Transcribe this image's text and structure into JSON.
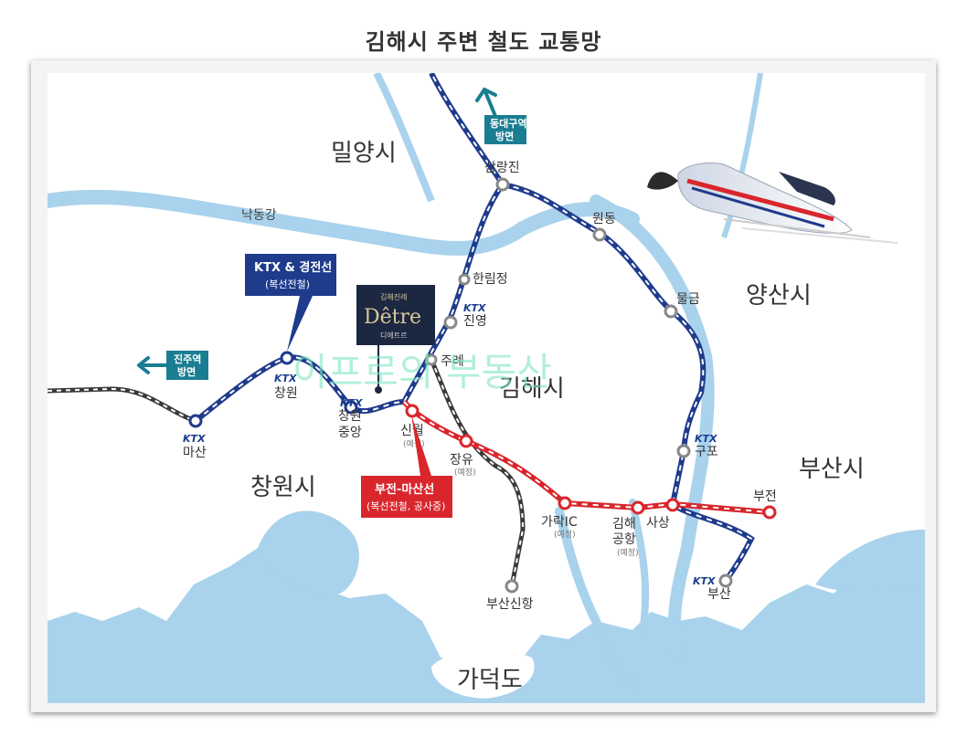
{
  "title": "김해시 주변 철도 교통망",
  "regions": {
    "miryang": "밀양시",
    "yangsan": "양산시",
    "gimhae": "김해시",
    "busan": "부산시",
    "changwon": "창원시",
    "gadeokdo": "가덕도"
  },
  "river_label": "낙동강",
  "directions": {
    "dongdaegu": [
      "동대구역",
      "방면"
    ],
    "jinju": [
      "진주역",
      "방면"
    ]
  },
  "legend_ktx_line": {
    "title": "KTX & 경전선",
    "subtitle": "(복선전철)"
  },
  "legend_bujeon_line": {
    "title": "부전-마산선",
    "subtitle": "(복선전철, 공사중)"
  },
  "project": {
    "small_title": "김해진례",
    "logo": "Dêtre",
    "name_kor": "디에트르"
  },
  "ktx_badge": "KTX",
  "stations": {
    "masan": "마산",
    "changwon": "창원",
    "changwon_jungang": [
      "창원",
      "중앙"
    ],
    "jinyeong": "진영",
    "hanrimjeong": "한림정",
    "samrangjin": "삼랑진",
    "wondong": "원동",
    "mulgeum": "물금",
    "gupo": "구포",
    "busan": "부산",
    "bujeon": "부전",
    "sasang": "사상",
    "gimhae_airport": [
      "김해",
      "공항"
    ],
    "garak_ic": "가락IC",
    "jangyu": "장유",
    "sinwol": "신월",
    "jurye": "주례",
    "busan_new_port": "부산신항"
  },
  "planned_note": "(예정)",
  "watermark": "이프로의 부동산",
  "colors": {
    "ktx_line": "#1f3b8c",
    "bujeon_line": "#d9262c",
    "sea": "#a9d2ec",
    "direction_box": "#1a7d92"
  }
}
